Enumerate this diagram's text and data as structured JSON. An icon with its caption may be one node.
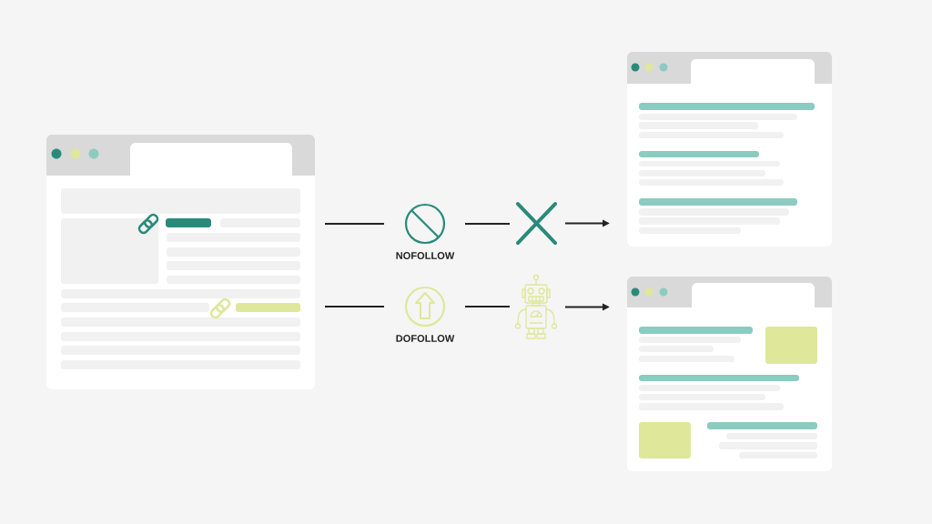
{
  "diagram": {
    "nodes": [
      {
        "text": [],
        "shape": "picture"
      },
      {
        "text": [
          "NOFOLLOW"
        ]
      },
      {
        "text": [],
        "shape": "cross"
      },
      {
        "text": [],
        "shape": "picture"
      },
      {
        "text": [
          "DOFOLLOW"
        ]
      },
      {
        "text": [],
        "shape": "picture"
      },
      {
        "text": [],
        "shape": "picture"
      }
    ],
    "edges": [
      {
        "from": 0,
        "to": 1,
        "arrow": "none"
      },
      {
        "from": 1,
        "to": 2,
        "arrow": "none"
      },
      {
        "from": 2,
        "to": 3,
        "arrow": "to"
      },
      {
        "from": 0,
        "to": 4,
        "arrow": "none"
      },
      {
        "from": 4,
        "to": 5,
        "arrow": "none"
      },
      {
        "from": 5,
        "to": 6,
        "arrow": "to"
      }
    ]
  }
}
